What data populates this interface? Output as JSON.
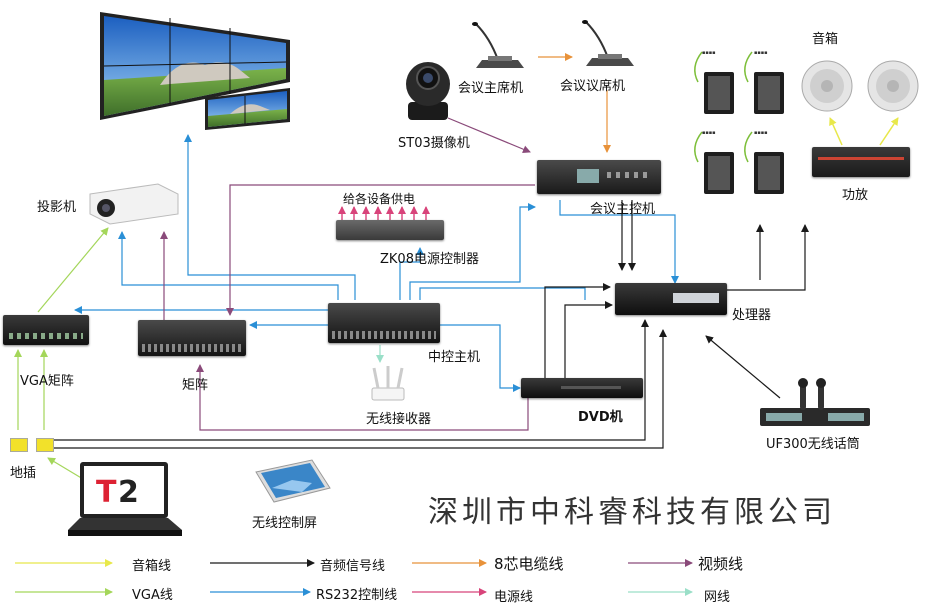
{
  "devices": {
    "camera": "ST03摄像机",
    "chairman": "会议主席机",
    "delegate": "会议议席机",
    "speakers": "音箱",
    "amplifier": "功放",
    "conf_host": "会议主控机",
    "power_label": "给各设备供电",
    "power_ctrl": "ZK08电源控制器",
    "projector": "投影机",
    "vga_matrix": "VGA矩阵",
    "matrix": "矩阵",
    "central": "中控主机",
    "wireless_rx": "无线接收器",
    "dvd": "DVD机",
    "processor": "处理器",
    "wireless_mic": "UF300无线话筒",
    "floor_socket": "地插",
    "wireless_screen": "无线控制屏"
  },
  "company": "深圳市中科睿科技有限公司",
  "legend": [
    {
      "label": "音箱线",
      "color": "#e8e84a"
    },
    {
      "label": "音频信号线",
      "color": "#1a1a1a"
    },
    {
      "label": "8芯电缆线",
      "color": "#e8923a"
    },
    {
      "label": "视频线",
      "color": "#8a4a7a"
    },
    {
      "label": "VGA线",
      "color": "#a4d65a"
    },
    {
      "label": "RS232控制线",
      "color": "#2a8fd6"
    },
    {
      "label": "电源线",
      "color": "#d8437a"
    },
    {
      "label": "网线",
      "color": "#9adfc8"
    }
  ]
}
